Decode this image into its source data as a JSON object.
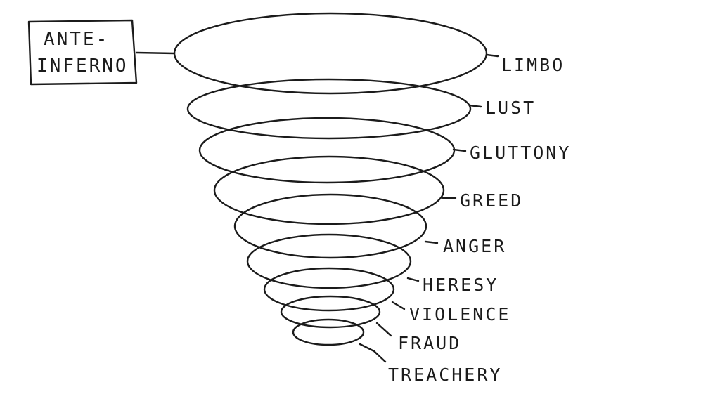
{
  "box_label": {
    "line1": "ANTE-",
    "line2": "INFERNO"
  },
  "circles": [
    {
      "label": "LIMBO"
    },
    {
      "label": "LUST"
    },
    {
      "label": "GLUTTONY"
    },
    {
      "label": "GREED"
    },
    {
      "label": "ANGER"
    },
    {
      "label": "HERESY"
    },
    {
      "label": "VIOLENCE"
    },
    {
      "label": "FRAUD"
    },
    {
      "label": "TREACHERY"
    }
  ],
  "ink_color": "#1b1b1b"
}
